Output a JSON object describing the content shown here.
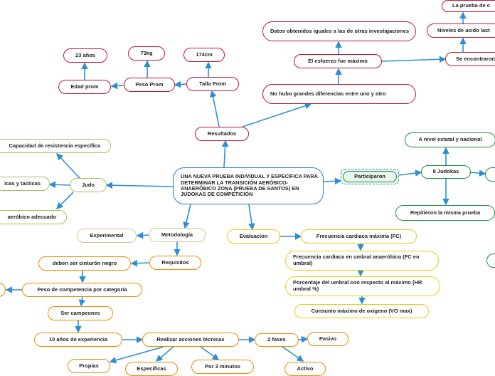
{
  "central": "UNA NUEVA PRUEBA INDIVIDUAL Y ESPECÍFICA PARA DETERMINAR LA TRANSICIÓN AERÓBICO-ANAERÓBICO ZONA (PRUEBA DE SANTOS) EN JUDOKAS DE COMPETICIÓN",
  "resultados": {
    "title": "Resultados",
    "talla": "Talla Prom",
    "talla_val": "174cm",
    "peso": "Peso Prom",
    "peso_val": "73kg",
    "edad": "Edad prom",
    "edad_val": "23 años",
    "no_diferencias": "No hubo grandes diferencias entre uno y otro",
    "esfuerzo": "El esfuerzo fue máximo",
    "datos_iguales": "Datos obtenidos iguales a las de otras investigaciones",
    "encontraron": "Se encontraron",
    "acido": "Niveles de acido lact",
    "prueba_de": "La prueba de c"
  },
  "participaron": {
    "title": "Participaron",
    "judokas": "8 Judokas",
    "nivel": "A nivel estatal y nacional",
    "repitieron": "Repitieron la misma prueba"
  },
  "judo": {
    "title": "Judo",
    "capacidad": "Capacidad de resistencia específica",
    "tacticas": "icas y tacticas",
    "aerobico": "aeróbico adecuado"
  },
  "metodologia": {
    "title": "Metodología",
    "experimental": "Experimental",
    "requisitos": "Requisitos",
    "cinturon": "deben ser cinturón negro",
    "peso_competencia": "Peso de competencia por categoría",
    "campeones": "Ser campeones",
    "experiencia": "10 años de experiencia",
    "acciones": "Realizar acciones técnicas",
    "propias": "Propias",
    "especificas": "Especificas",
    "minutos": "Por 3 minutos",
    "fases": "2 fases",
    "pasivo": "Pasivo",
    "activo": "Activo"
  },
  "evaluacion": {
    "title": "Evaluación",
    "fc": "Frecuencia cardiaca máxima (FC)",
    "fc_umbral": "Frecuencia cardiaca en umbral anaeróbico (FC en umbral)",
    "porcentaje": "Porcentaje del umbral con respecto al máximo (HR umbral %)",
    "vo": "Consumo máximo de oxigeno (VO max)"
  },
  "colors": {
    "link": "#2b8fd6",
    "central": "#2b7fc3",
    "resultados": "#c0172f",
    "participaron": "#1f8a3c",
    "judo": "#a8c060",
    "metodologia": "#ee8a00",
    "evaluacion": "#eccc10"
  }
}
